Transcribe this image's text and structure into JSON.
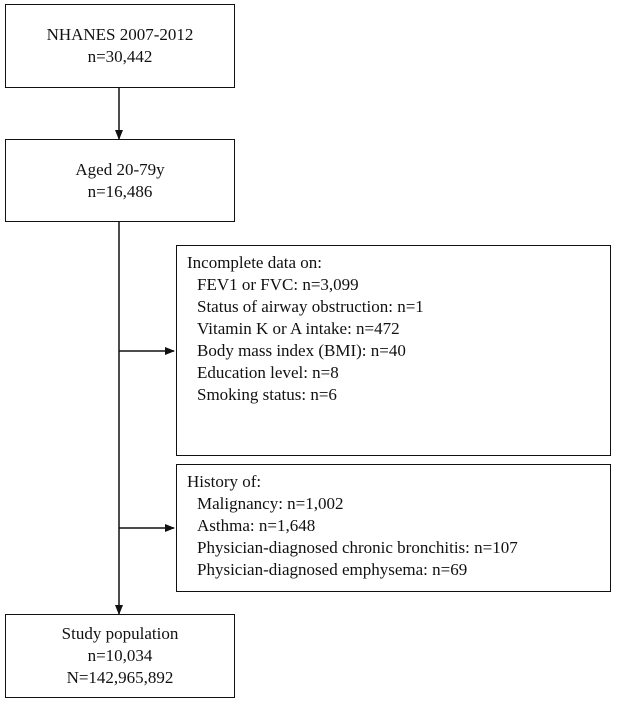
{
  "boxes": {
    "nhanes": {
      "title": "NHANES 2007-2012",
      "n": "n=30,442"
    },
    "aged": {
      "title": "Aged 20-79y",
      "n": "n=16,486"
    },
    "incomplete": {
      "heading": "Incomplete  data on:",
      "items": [
        "FEV1 or FVC: n=3,099",
        "Status of airway obstruction:  n=1",
        "Vitamin  K or A intake: n=472",
        "Body mass index (BMI): n=40",
        "Education level: n=8",
        "Smoking  status: n=6"
      ]
    },
    "history": {
      "heading": "History of:",
      "items": [
        "Malignancy: n=1,002",
        "Asthma: n=1,648",
        "Physician-diagnosed  chronic bronchitis: n=107",
        "Physician-diagnosed  emphysema:  n=69"
      ]
    },
    "study": {
      "title": "Study population",
      "n": "n=10,034",
      "N": "N=142,965,892"
    }
  }
}
